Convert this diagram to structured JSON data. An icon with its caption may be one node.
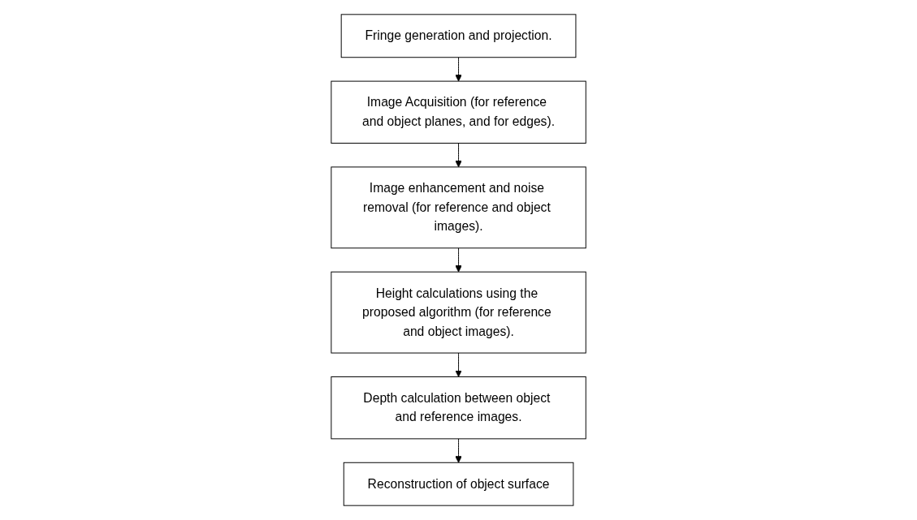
{
  "diagram": {
    "nodes": [
      {
        "text": [
          "Fringe generation and projection."
        ]
      },
      {
        "text": [
          "Image Acquisition (for reference and object planes, and for edges)."
        ]
      },
      {
        "text": [
          "Image enhancement and noise removal (for reference and object images)."
        ]
      },
      {
        "text": [
          "Height calculations using the proposed algorithm (for reference and object images)."
        ]
      },
      {
        "text": [
          "Depth calculation between object and reference images."
        ]
      },
      {
        "text": [
          "Reconstruction of object surface"
        ]
      }
    ],
    "edges": [
      {
        "from": 0,
        "to": 1,
        "arrow": "to"
      },
      {
        "from": 1,
        "to": 2,
        "arrow": "to"
      },
      {
        "from": 2,
        "to": 3,
        "arrow": "to"
      },
      {
        "from": 3,
        "to": 4,
        "arrow": "to"
      },
      {
        "from": 4,
        "to": 5,
        "arrow": "to"
      }
    ]
  }
}
